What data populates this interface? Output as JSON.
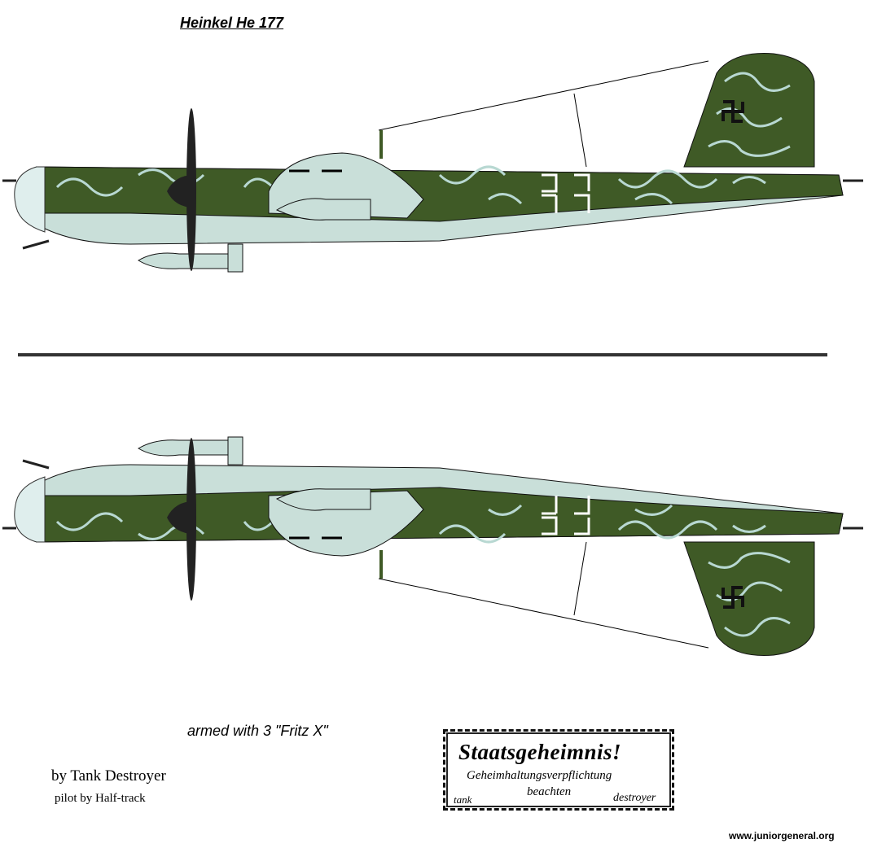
{
  "title": "Heinkel He 177",
  "caption": "armed with 3 \"Fritz X\"",
  "credits": {
    "author": "by Tank Destroyer",
    "pilot": "pilot by Half-track"
  },
  "website": "www.juniorgeneral.org",
  "stamp": {
    "heading": "Staatsgeheimnis!",
    "line1": "Geheimhaltungsverpflichtung",
    "line2": "beachten",
    "left": "tank",
    "right": "destroyer"
  },
  "bomb_label": "Fritz X",
  "colors": {
    "camo_green": "#3f5a26",
    "light_blue_grey": "#c9dfd9",
    "squiggle": "#b8d8d2",
    "propeller": "#222222",
    "divider": "#333333"
  }
}
